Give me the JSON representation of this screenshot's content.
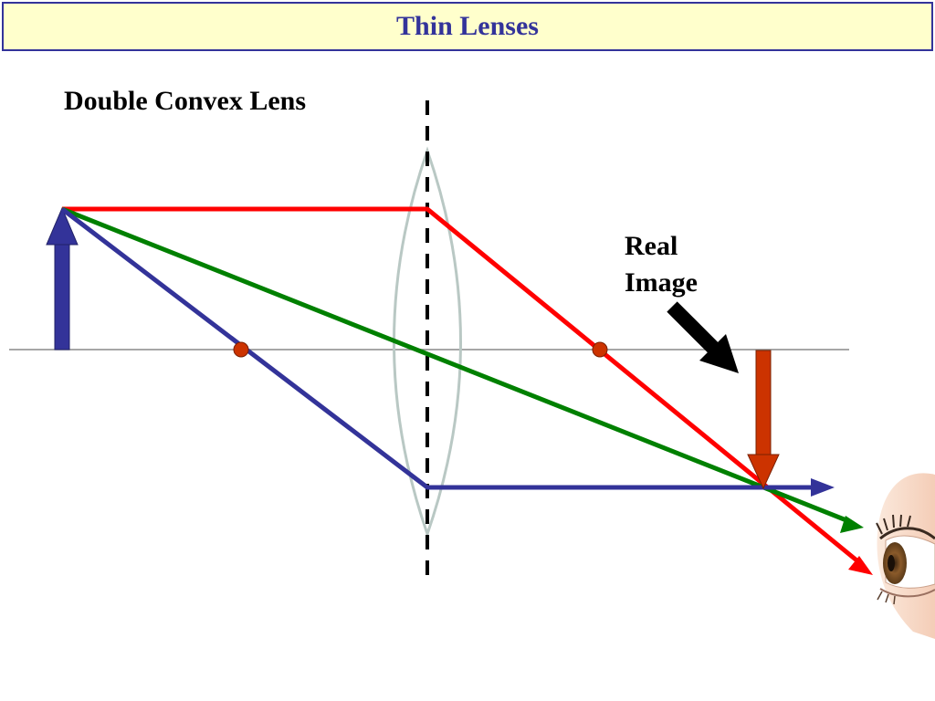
{
  "slide": {
    "title": "Thin Lenses"
  },
  "labels": {
    "lens_type": "Double Convex Lens",
    "image_line1": "Real",
    "image_line2": "Image"
  },
  "colors": {
    "title_text": "#33339a",
    "title_bg": "#ffffcc",
    "ray_parallel": "#ff0000",
    "ray_center": "#008000",
    "ray_focal": "#333399",
    "object_arrow": "#333399",
    "image_arrow": "#cc3300",
    "focal_point": "#cc3300"
  }
}
